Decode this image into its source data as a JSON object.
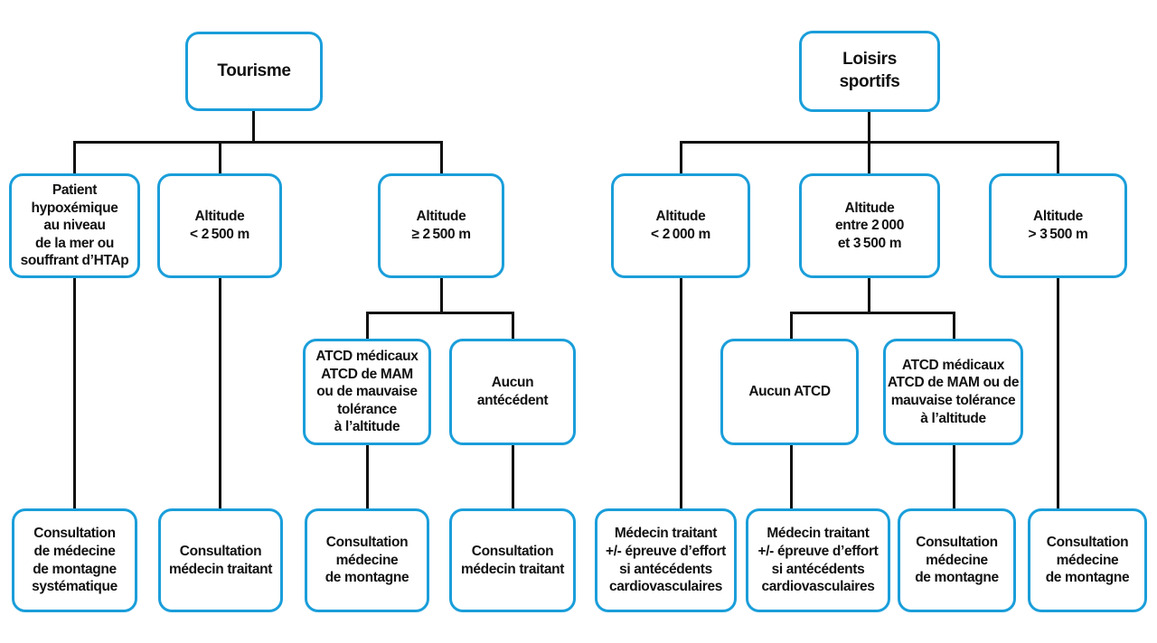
{
  "colors": {
    "box_border": "#1A9EDA",
    "connector": "#111111",
    "text": "#111111",
    "background": "#FFFFFF"
  },
  "tourisme_tree": {
    "root": {
      "label": "Tourisme"
    },
    "conditions": [
      {
        "label": "Patient\nhypoxémique\nau niveau\nde la mer ou\nsouffrant d’HTAp"
      },
      {
        "label": "Altitude\n< 2 500 m"
      },
      {
        "label": "Altitude\n≥ 2 500 m"
      }
    ],
    "antecedents": [
      {
        "label": "ATCD médicaux\nATCD de MAM\nou de mauvaise\ntolérance\nà l’altitude"
      },
      {
        "label": "Aucun\nantécédent"
      }
    ],
    "outcomes": [
      {
        "label": "Consultation\nde médecine\nde montagne\nsystématique"
      },
      {
        "label": "Consultation\nmédecin traitant"
      },
      {
        "label": "Consultation\nmédecine\nde montagne"
      },
      {
        "label": "Consultation\nmédecin traitant"
      }
    ]
  },
  "loisirs_tree": {
    "root": {
      "label": "Loisirs\nsportifs"
    },
    "conditions": [
      {
        "label": "Altitude\n< 2 000 m"
      },
      {
        "label": "Altitude\nentre 2 000\net 3 500 m"
      },
      {
        "label": "Altitude\n> 3 500 m"
      }
    ],
    "antecedents": [
      {
        "label": "Aucun ATCD"
      },
      {
        "label": "ATCD médicaux\nATCD de MAM ou de\nmauvaise tolérance\nà l’altitude"
      }
    ],
    "outcomes": [
      {
        "label": "Médecin traitant\n+/- épreuve d’effort\nsi antécédents\ncardiovasculaires"
      },
      {
        "label": "Médecin traitant\n+/- épreuve d’effort\nsi antécédents\ncardiovasculaires"
      },
      {
        "label": "Consultation\nmédecine\nde montagne"
      },
      {
        "label": "Consultation\nmédecine\nde montagne"
      }
    ]
  }
}
